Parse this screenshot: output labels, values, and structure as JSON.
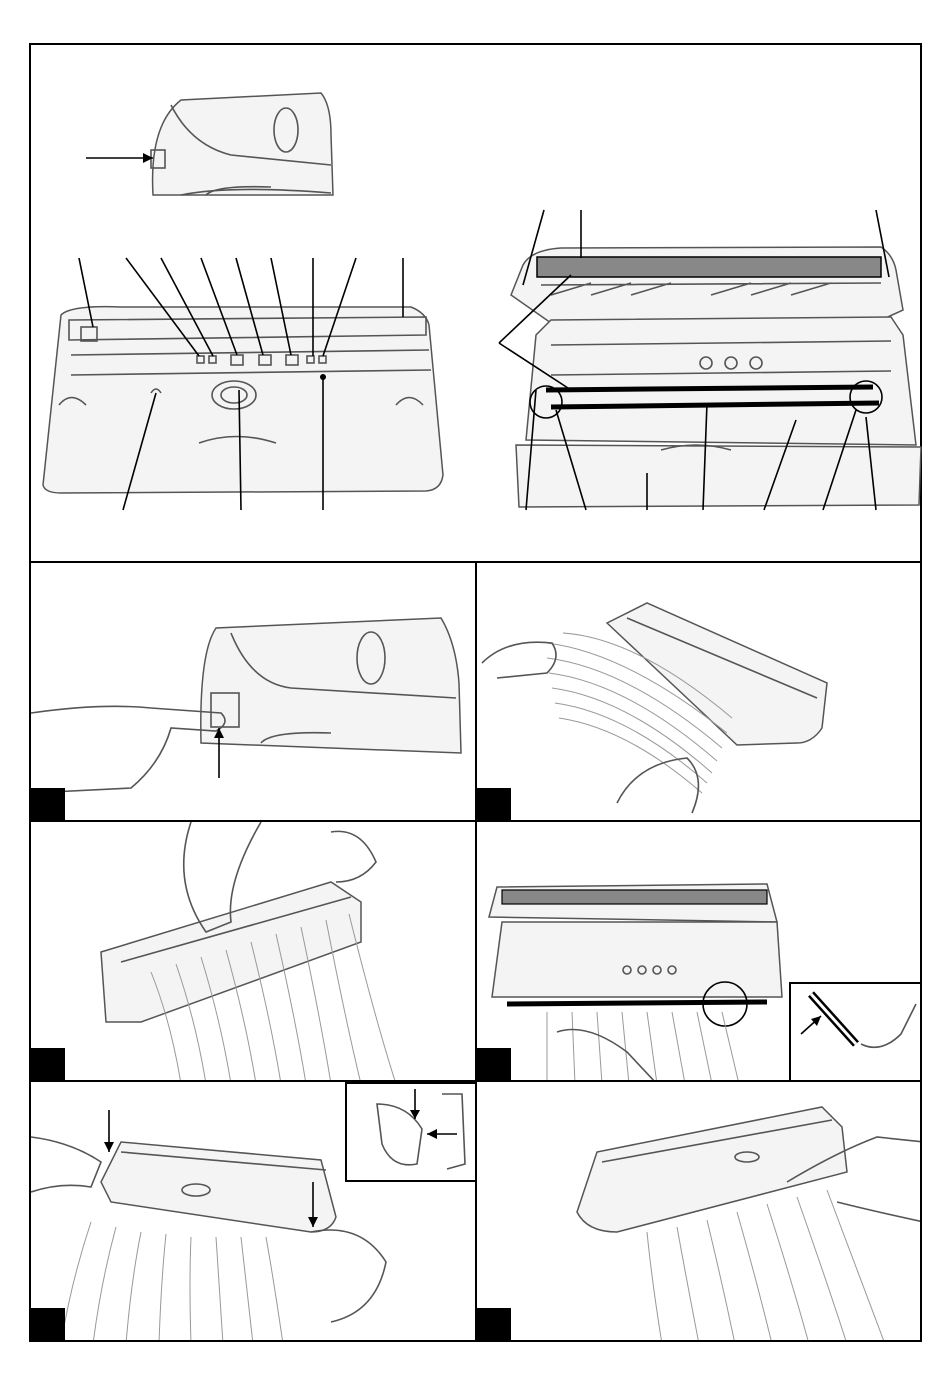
{
  "document": {
    "kind": "appliance instruction illustration sheet",
    "overview_figure": {
      "left_callouts": 11,
      "right_callouts": 13
    },
    "step_figures": [
      {
        "id": "step-1",
        "badge_color": "#000000"
      },
      {
        "id": "step-2",
        "badge_color": "#000000"
      },
      {
        "id": "step-3",
        "badge_color": "#000000"
      },
      {
        "id": "step-4",
        "badge_color": "#000000"
      },
      {
        "id": "step-5",
        "badge_color": "#000000"
      },
      {
        "id": "step-6",
        "badge_color": "#000000"
      }
    ],
    "colors": {
      "frame": "#000000",
      "line_art": "#555555",
      "background": "#ffffff"
    }
  }
}
